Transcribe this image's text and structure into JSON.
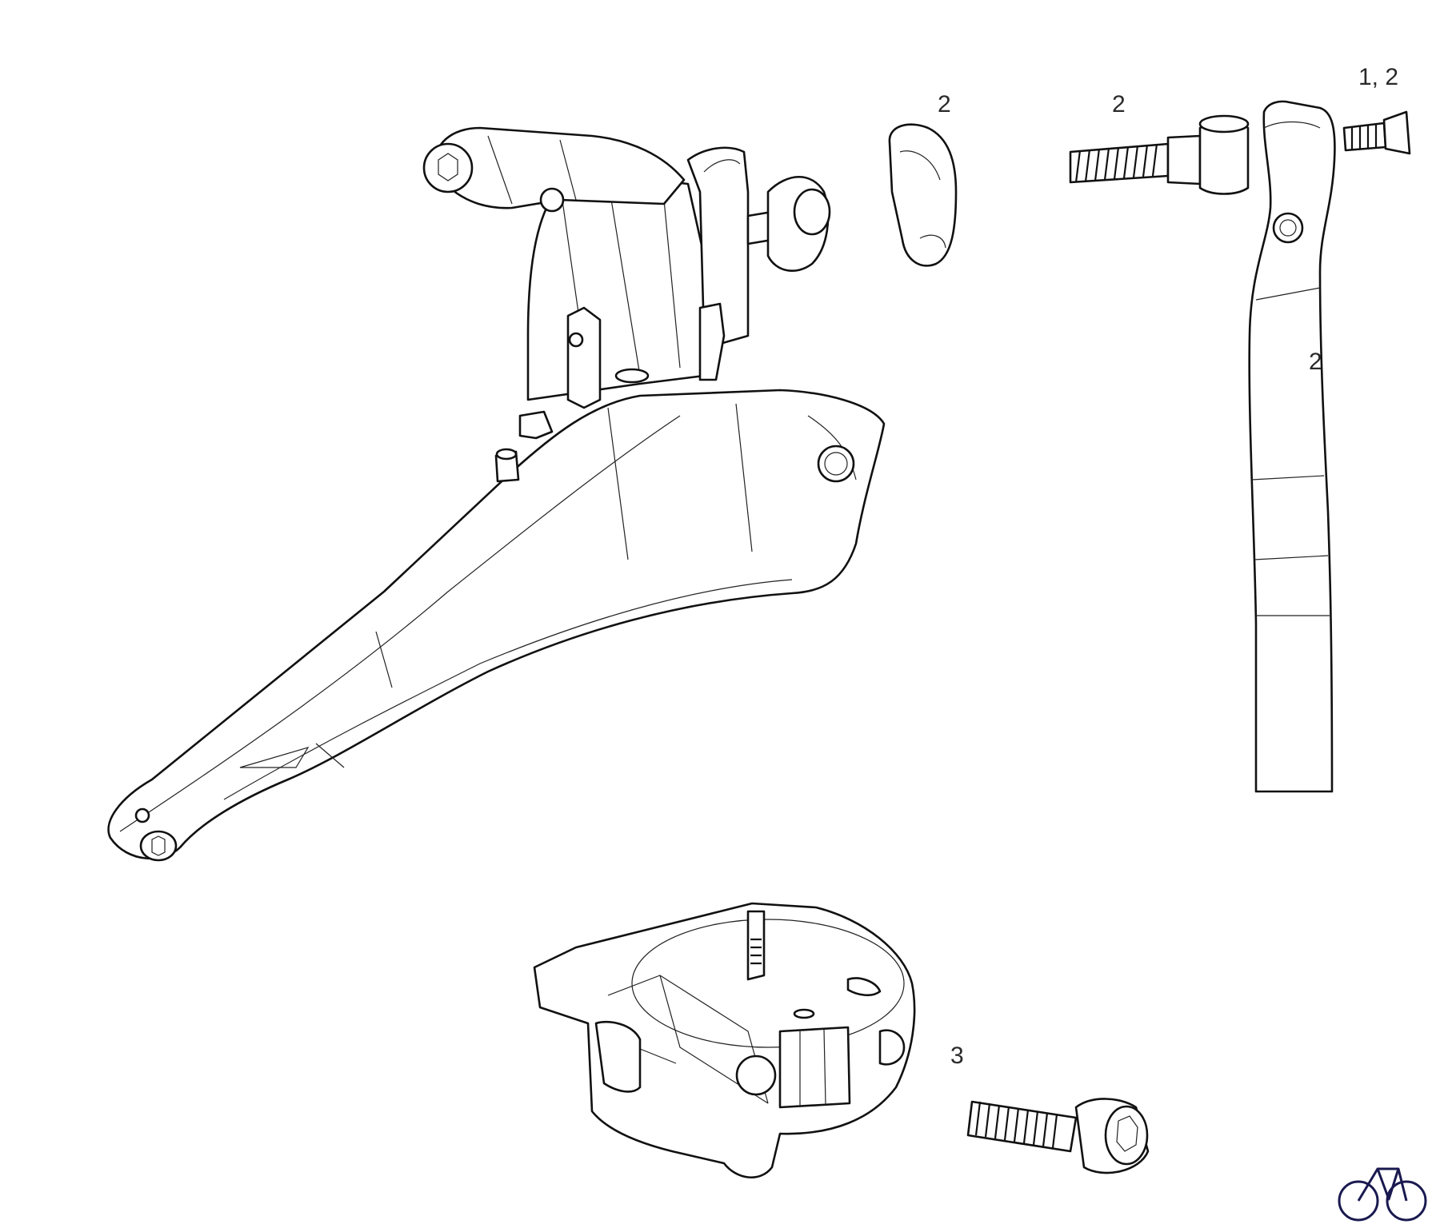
{
  "diagram": {
    "callouts": [
      {
        "id": "spacer",
        "text": "2"
      },
      {
        "id": "limit-bolt",
        "text": "2"
      },
      {
        "id": "screw-top",
        "text": "1, 2"
      },
      {
        "id": "cage-plate",
        "text": "2"
      },
      {
        "id": "clamp-bolt",
        "text": "3"
      }
    ],
    "line_color": "#111111",
    "background": "#ffffff",
    "logo_icon": "bicycle-icon"
  }
}
